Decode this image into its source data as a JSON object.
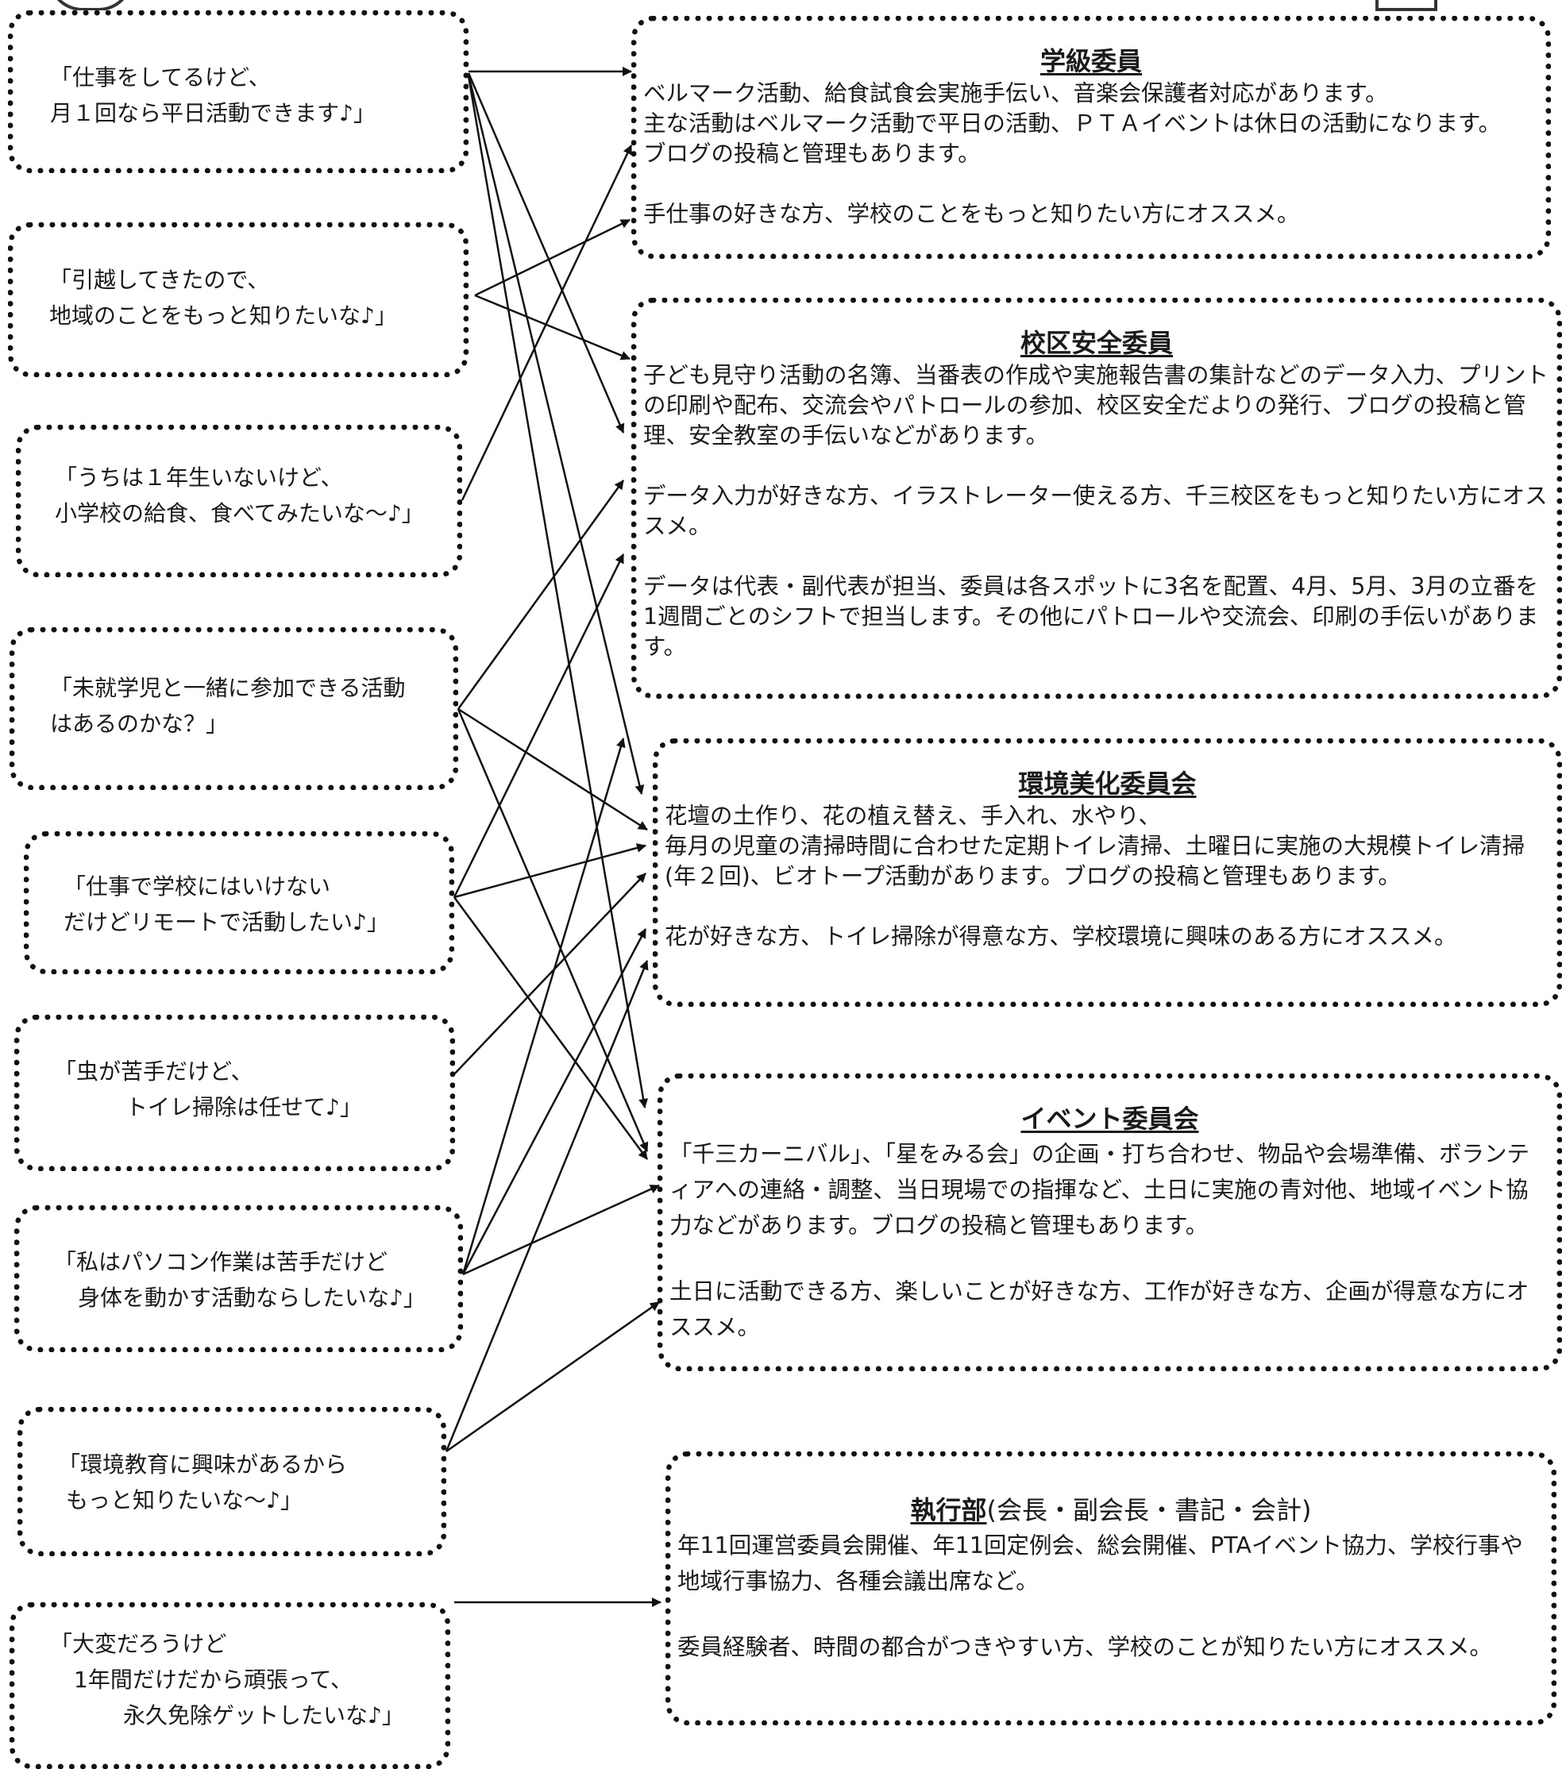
{
  "bubbles": [
    {
      "lines": [
        "「仕事をしてるけど、",
        "月１回なら平日活動できます♪」"
      ]
    },
    {
      "lines": [
        "「引越してきたので、",
        "地域のことをもっと知りたいな♪」"
      ]
    },
    {
      "lines": [
        "「うちは１年生いないけど、",
        "小学校の給食、食べてみたいな～♪」"
      ]
    },
    {
      "lines": [
        "「未就学児と一緒に参加できる活動",
        "はあるのかな？」"
      ]
    },
    {
      "lines": [
        "「仕事で学校にはいけない",
        "だけどリモートで活動したい♪」"
      ]
    },
    {
      "lines": [
        "「虫が苦手だけど、",
        "トイレ掃除は任せて♪」"
      ]
    },
    {
      "lines": [
        "「私はパソコン作業は苦手だけど",
        "身体を動かす活動ならしたいな♪」"
      ]
    },
    {
      "lines": [
        "「環境教育に興味があるから",
        "もっと知りたいな～♪」"
      ]
    },
    {
      "lines": [
        "「大変だろうけど",
        "1年間だけだから頑張って、",
        "永久免除ゲットしたいな♪」"
      ]
    }
  ],
  "committees": [
    {
      "title": "学級委員",
      "subtitle": "",
      "paragraphs": [
        "ベルマーク活動、給食試食会実施手伝い、音楽会保護者対応があります。\n主な活動はベルマーク活動で平日の活動、ＰＴＡイベントは休日の活動になります。\nブログの投稿と管理もあります。",
        "手仕事の好きな方、学校のことをもっと知りたい方にオススメ。"
      ]
    },
    {
      "title": "校区安全委員",
      "subtitle": "",
      "paragraphs": [
        "子ども見守り活動の名簿、当番表の作成や実施報告書の集計などのデータ入力、プリントの印刷や配布、交流会やパトロールの参加、校区安全だよりの発行、ブログの投稿と管理、安全教室の手伝いなどがあります。",
        "データ入力が好きな方、イラストレーター使える方、千三校区をもっと知りたい方にオススメ。",
        "データは代表・副代表が担当、委員は各スポットに3名を配置、4月、5月、3月の立番を1週間ごとのシフトで担当します。その他にパトロールや交流会、印刷の手伝いがあります。"
      ]
    },
    {
      "title": "環境美化委員会",
      "subtitle": "",
      "paragraphs": [
        "花壇の土作り、花の植え替え、手入れ、水やり、\n毎月の児童の清掃時間に合わせた定期トイレ清掃、土曜日に実施の大規模トイレ清掃(年２回)、ビオトープ活動があります。ブログの投稿と管理もあります。",
        "花が好きな方、トイレ掃除が得意な方、学校環境に興味のある方にオススメ。"
      ]
    },
    {
      "title": "イベント委員会",
      "subtitle": "",
      "paragraphs": [
        "「千三カーニバル」、「星をみる会」の企画・打ち合わせ、物品や会場準備、ボランティアへの連絡・調整、当日現場での指揮など、土日に実施の青対他、地域イベント協力などがあります。ブログの投稿と管理もあります。",
        "土日に活動できる方、楽しいことが好きな方、工作が好きな方、企画が得意な方にオススメ。"
      ]
    },
    {
      "title": "執行部",
      "subtitle": "(会長・副会長・書記・会計)",
      "paragraphs": [
        "年11回運営委員会開催、年11回定例会、総会開催、PTAイベント協力、学校行事や地域行事協力、各種会議出席など。",
        "委員経験者、時間の都合がつきやすい方、学校のことが知りたい方にオススメ。"
      ]
    }
  ]
}
